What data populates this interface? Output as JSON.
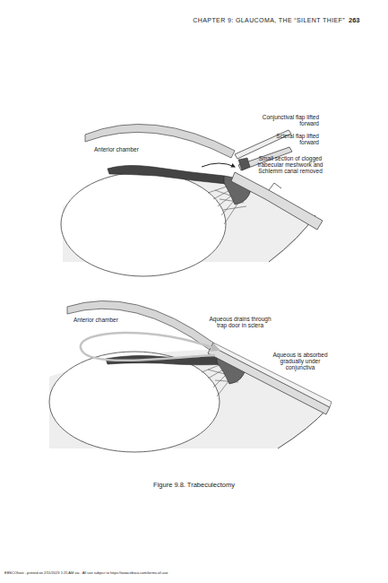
{
  "diagram": {
    "caption": "Figure 9.8. Trabeculectomy",
    "labels": [
      "CHAPTER 9: GLAUCOMA, THE “SILENT THIEF”",
      "263",
      "Conjunctival flap lifted forward",
      "Scleral flap lifted forward",
      "Anterior chamber",
      "Small section of clogged trabecular meshwork and Schlemm canal removed",
      "Anterior chamber",
      "Aqueous drains through trap door in sclera",
      "Aqueous is absorbed gradually under conjunctiva",
      "EBSCOhost - printed on 2/11/2023 1:25 AM via . All use subject to https://www.ebsco.com/terms-of-use"
    ]
  }
}
